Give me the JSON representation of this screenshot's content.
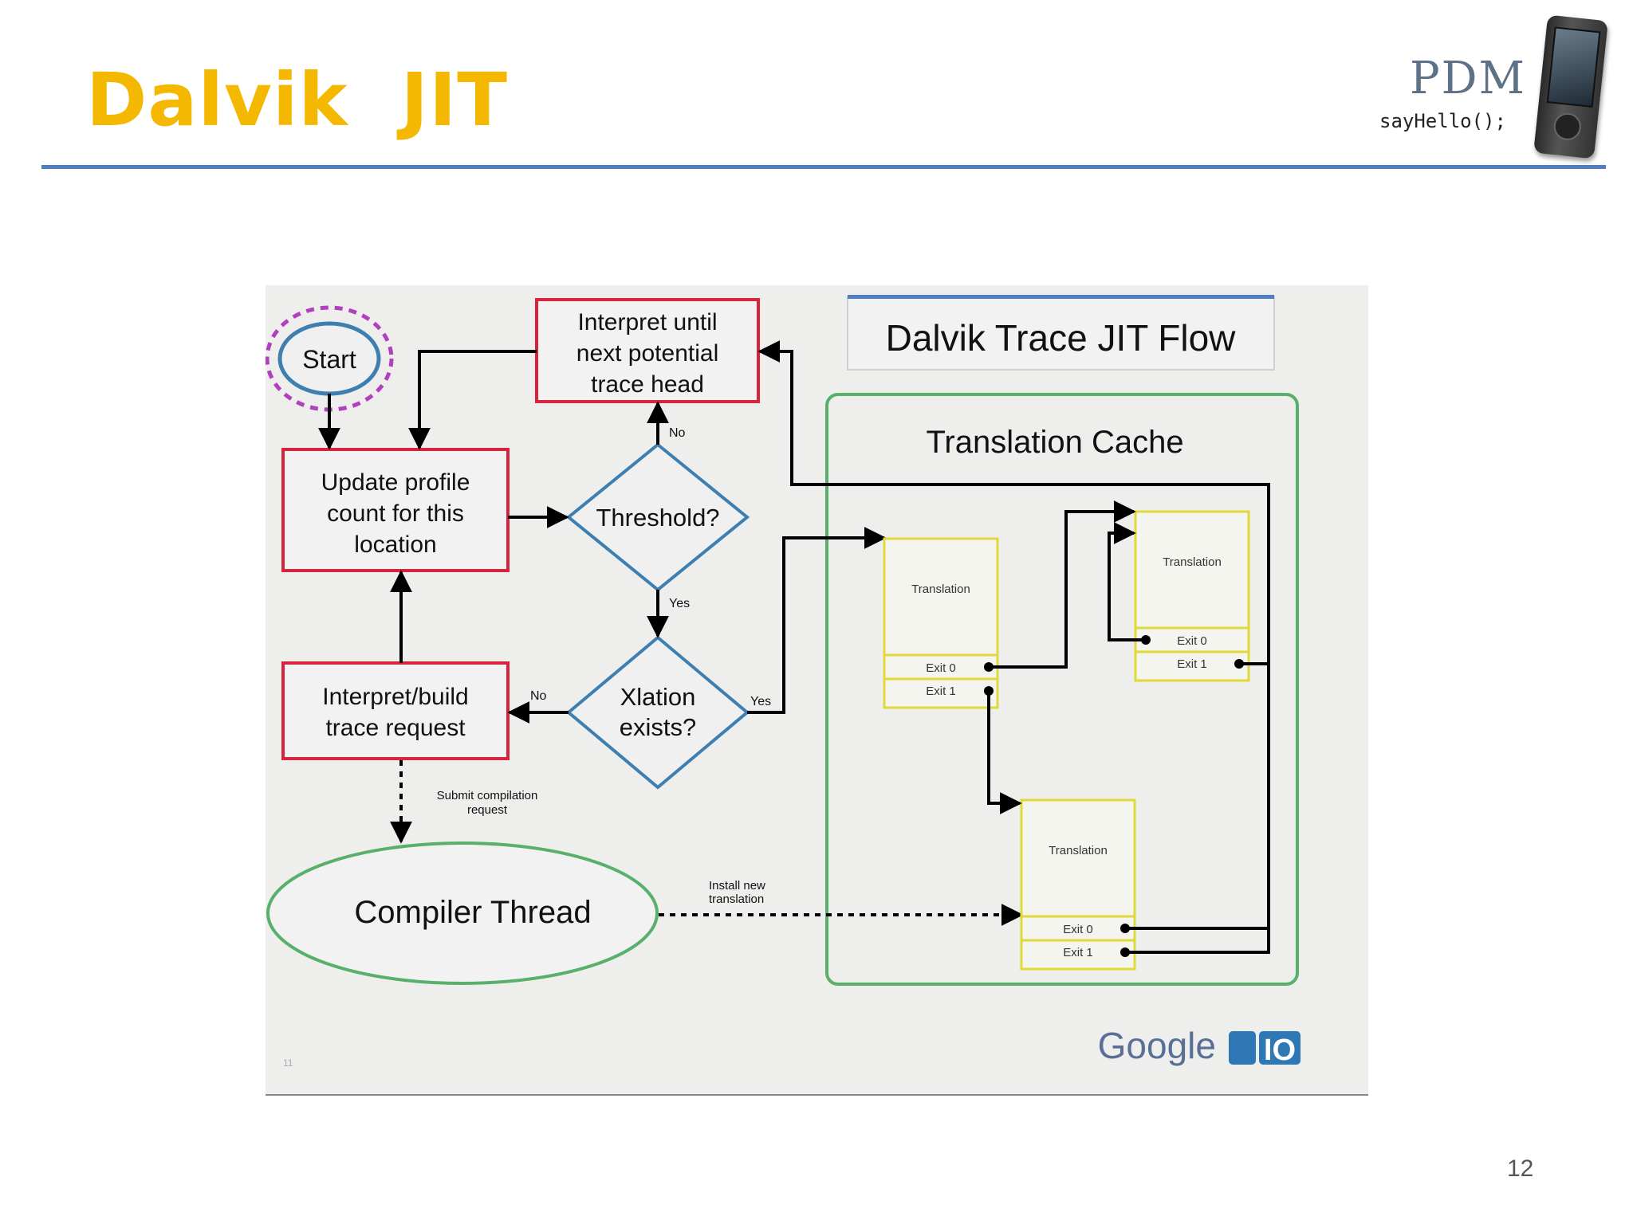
{
  "slide": {
    "title": "Dalvik  JIT",
    "page_number": "12"
  },
  "logo": {
    "brand": "PDM",
    "tagline": "sayHello();"
  },
  "diagram": {
    "title": "Dalvik Trace JIT Flow",
    "start": "Start",
    "interpret_until": [
      "Interpret until",
      "next potential",
      "trace head"
    ],
    "update_profile": [
      "Update profile",
      "count for this",
      "location"
    ],
    "threshold": "Threshold?",
    "xlation": [
      "Xlation",
      "exists?"
    ],
    "interpret_build": [
      "Interpret/build",
      "trace request"
    ],
    "compiler_thread": "Compiler Thread",
    "translation_cache": "Translation Cache",
    "edge_no": "No",
    "edge_yes": "Yes",
    "submit_request": [
      "Submit compilation",
      "request"
    ],
    "install_translation": [
      "Install new",
      "translation"
    ],
    "translation_label": "Translation",
    "exit0": "Exit 0",
    "exit1": "Exit 1",
    "footer_brand": "Google",
    "footer_io": "IO",
    "corner_mark": "11"
  },
  "colors": {
    "title": "#f5b800",
    "rule": "#4f7fc0",
    "process_box": "#d5243c",
    "decision": "#3d7fb0",
    "cache": "#58b06a",
    "translation": "#e0d93a",
    "start_dashed": "#b040c0"
  }
}
